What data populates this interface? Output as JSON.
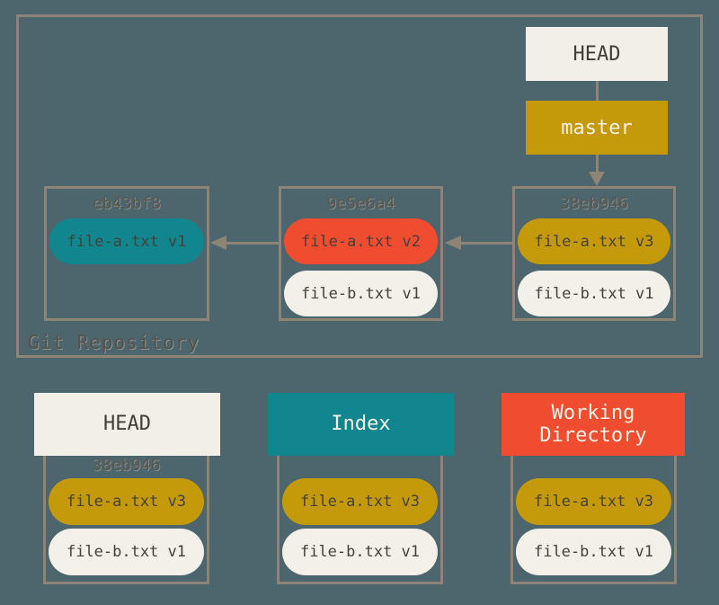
{
  "colors": {
    "background": "#4d666e",
    "line_and_border": "#8e8476",
    "cream": "#f1efe7",
    "gold": "#c49a0b",
    "teal": "#11868e",
    "red": "#ef4c30",
    "dark_text": "#423d36",
    "light_text": "#f3f0e5"
  },
  "repo": {
    "label": "Git Repository",
    "head": {
      "label": "HEAD"
    },
    "branch": {
      "label": "master"
    },
    "commits": [
      {
        "hash": "eb43bf8",
        "file_a": "file-a.txt v1"
      },
      {
        "hash": "9e5e6a4",
        "file_a": "file-a.txt v2",
        "file_b": "file-b.txt v1"
      },
      {
        "hash": "38eb946",
        "file_a": "file-a.txt v3",
        "file_b": "file-b.txt v1"
      }
    ]
  },
  "areas": [
    {
      "title": "HEAD",
      "hash": "38eb946",
      "file_a": "file-a.txt v3",
      "file_b": "file-b.txt v1"
    },
    {
      "title": "Index",
      "file_a": "file-a.txt v3",
      "file_b": "file-b.txt v1"
    },
    {
      "title": "Working Directory",
      "file_a": "file-a.txt v3",
      "file_b": "file-b.txt v1"
    }
  ]
}
